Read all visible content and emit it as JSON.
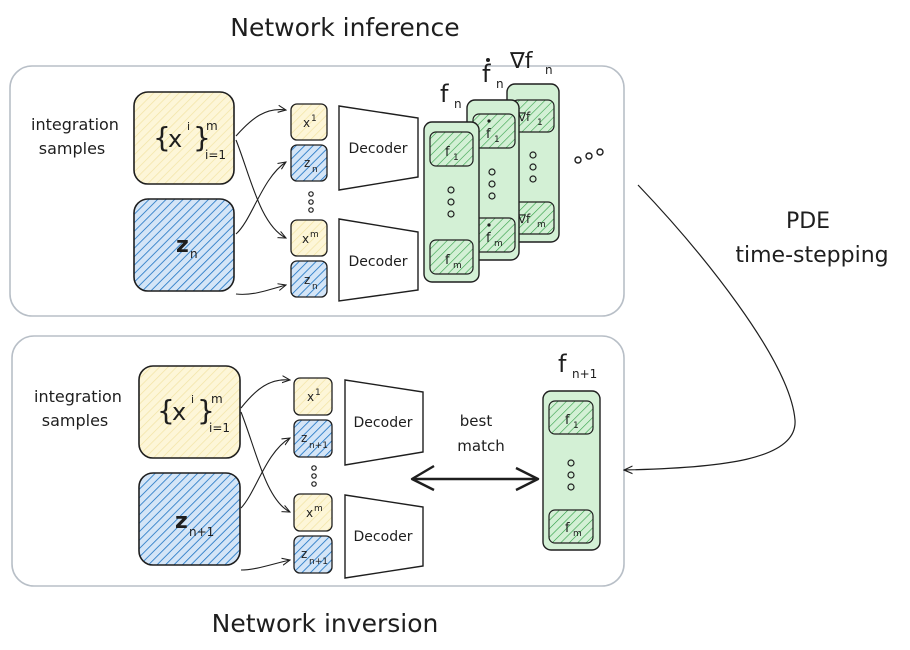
{
  "titles": {
    "top": "Network inference",
    "bottom": "Network inversion"
  },
  "side_label": {
    "line1": "PDE",
    "line2": "time-stepping"
  },
  "inference": {
    "samples_label": [
      "integration",
      "samples"
    ],
    "set_label": "{x^i}_{i=1}^m",
    "latent_label": "z_n",
    "decoder_inputs": {
      "x_first": "x^1",
      "z_first": "z_n",
      "dots": "⋮",
      "x_last": "x^m",
      "z_last": "z_n"
    },
    "decoder_label": "Decoder",
    "stack_headers": [
      "f_n",
      "ḟ_n",
      "∇f_n"
    ],
    "stack_cells": {
      "front": [
        "f_1",
        "f_m"
      ],
      "middle": [
        "ḟ_1",
        "ḟ_m"
      ],
      "back": [
        "∇f_1",
        "∇f_m"
      ]
    },
    "more": "•••"
  },
  "inversion": {
    "samples_label": [
      "integration",
      "samples"
    ],
    "set_label": "{x^i}_{i=1}^m",
    "latent_label": "z_{n+1}",
    "decoder_inputs": {
      "x_first": "x^1",
      "z_first": "z_{n+1}",
      "dots": "⋮",
      "x_last": "x^m",
      "z_last": "z_{n+1}"
    },
    "decoder_label": "Decoder",
    "match_label": [
      "best",
      "match"
    ],
    "target_header": "f_{n+1}",
    "target_cells": [
      "f_1",
      "f_m"
    ]
  },
  "colors": {
    "yellow_fill": "#fdf3c8",
    "blue_fill": "#a5c8ec",
    "blue_hatch": "#1971c2",
    "green_fill": "#d3f0d5",
    "green_hatch": "#2f9e44",
    "panel_stroke": "#b8bfc7",
    "ink": "#1e1e1e"
  }
}
